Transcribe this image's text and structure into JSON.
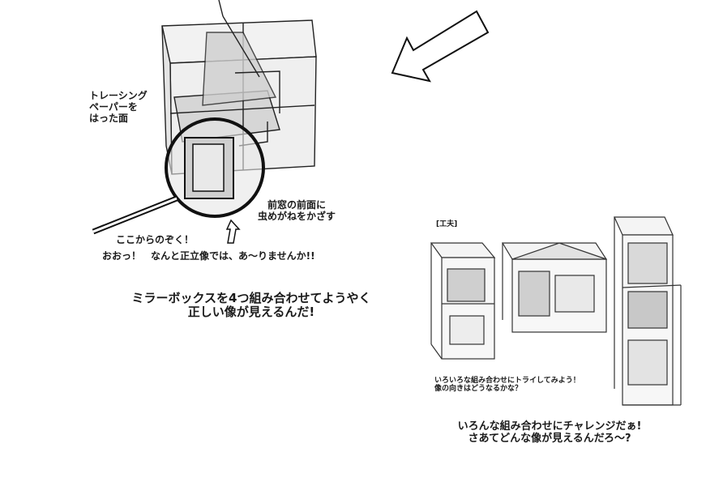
{
  "left_panel": {
    "tracing_label": [
      "トレーシング",
      "ペーパーを",
      "はった面"
    ],
    "magnifier_label": [
      "前窓の前面に",
      "虫めがねをかざす"
    ],
    "peek_label": "ここからのぞく！",
    "wow_label": "おおっ！　なんと正立像では、あ〜りませんか!!",
    "caption": [
      "ミラーボックスを4つ組み合わせてようやく",
      "正しい像が見えるんだ!"
    ]
  },
  "right_panel": {
    "tag": "[工夫]",
    "try_label": [
      "いろいろな組み合わせにトライしてみよう！",
      "像の向きはどうなるかな？"
    ],
    "caption": [
      "いろんな組み合わせにチャレンジだぁ!",
      "さあてどんな像が見えるんだろ〜?"
    ]
  },
  "colors": {
    "ink": "#1a1a1a",
    "shade": "#d0d0d0",
    "paper": "#ffffff"
  },
  "icons": [
    "arrow-outline-icon",
    "magnifier-icon",
    "up-arrow-icon"
  ]
}
